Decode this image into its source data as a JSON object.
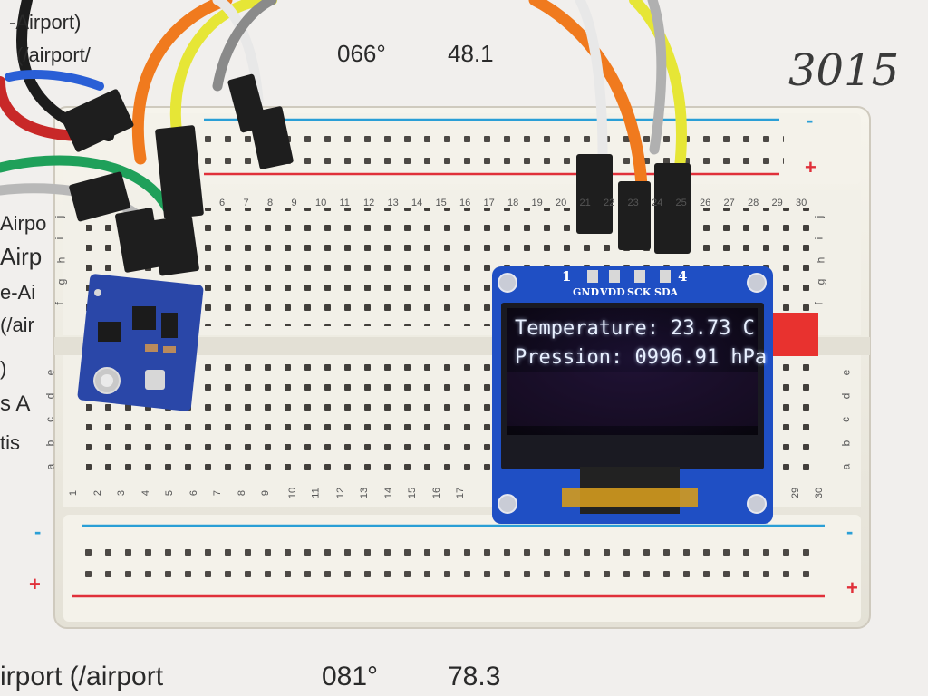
{
  "background_paper": {
    "lines": [
      {
        "text": "-Airport)",
        "x_hint": "left"
      },
      {
        "text": "(/airport/",
        "x_hint": "left"
      },
      {
        "text": "066°",
        "x_hint": "mid"
      },
      {
        "text": "48.1",
        "x_hint": "mid"
      },
      {
        "text": "3015",
        "x_hint": "right"
      },
      {
        "text": "Airpo",
        "x_hint": "left"
      },
      {
        "text": "Airp",
        "x_hint": "left"
      },
      {
        "text": "e-Ai",
        "x_hint": "left"
      },
      {
        "text": "(/air",
        "x_hint": "left"
      },
      {
        "text": ")",
        "x_hint": "left"
      },
      {
        "text": "s A",
        "x_hint": "left"
      },
      {
        "text": "tis",
        "x_hint": "left"
      },
      {
        "text": "irport (/airport",
        "x_hint": "bottom-left"
      },
      {
        "text": "081°",
        "x_hint": "bottom-mid"
      },
      {
        "text": "78.3",
        "x_hint": "bottom-mid"
      }
    ]
  },
  "breadboard": {
    "rail_plus": "+",
    "rail_minus": "-",
    "row_letters_top": [
      "j",
      "i",
      "h",
      "g",
      "f"
    ],
    "row_letters_bottom": [
      "e",
      "d",
      "c",
      "b",
      "a"
    ],
    "column_numbers_top": [
      "6",
      "7",
      "8",
      "9",
      "10",
      "11",
      "12",
      "13",
      "14",
      "15",
      "16",
      "17",
      "18",
      "19",
      "20",
      "21",
      "22",
      "23",
      "24",
      "25",
      "26",
      "27",
      "28",
      "29",
      "30"
    ],
    "column_numbers_bottom": [
      "1",
      "2",
      "3",
      "4",
      "5",
      "6",
      "7",
      "8",
      "9",
      "10",
      "11",
      "12",
      "13",
      "14",
      "15",
      "16",
      "17",
      "29",
      "30"
    ],
    "colors": {
      "board": "#f1efe6",
      "rail_red": "#e0303a",
      "rail_blue": "#2a9fd6"
    }
  },
  "oled": {
    "pin_numbers": [
      "1",
      "4"
    ],
    "pin_labels": [
      "GND",
      "VDD",
      "SCK",
      "SDA"
    ],
    "line1": "Temperature: 23.73 C",
    "line2": "Pression: 0996.91 hPa",
    "colors": {
      "pcb": "#1f4fc4",
      "screen": "#0e0a18",
      "text": "#e8f0ff"
    }
  },
  "sensor": {
    "colors": {
      "pcb": "#2a47a8"
    }
  },
  "wire_colors": [
    "#f07a1e",
    "#e6e636",
    "#1c1c1c",
    "#e8e8e8",
    "#1fa05a",
    "#8a8a8a",
    "#2a5fd6",
    "#c82828"
  ]
}
